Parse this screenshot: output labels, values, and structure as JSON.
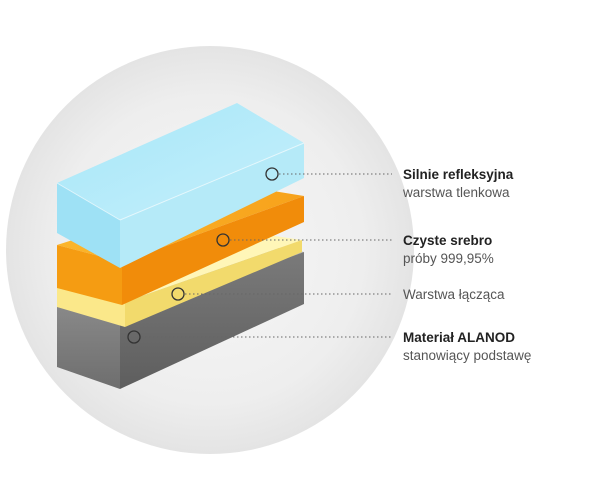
{
  "layers": [
    {
      "id": "oxide",
      "title": "Silnie refleksyjna",
      "subtitle": "warstwa tlenkowa",
      "color": "#8fdcf3"
    },
    {
      "id": "silver",
      "title": "Czyste srebro",
      "subtitle": "próby 999,95%",
      "color": "#f9a825"
    },
    {
      "id": "bond",
      "title": "",
      "subtitle": "Warstwa łącząca",
      "color": "#fff3a6"
    },
    {
      "id": "base",
      "title": "Materiał ALANOD",
      "subtitle": "stanowiący podstawę",
      "color": "#8a8a8a"
    }
  ]
}
